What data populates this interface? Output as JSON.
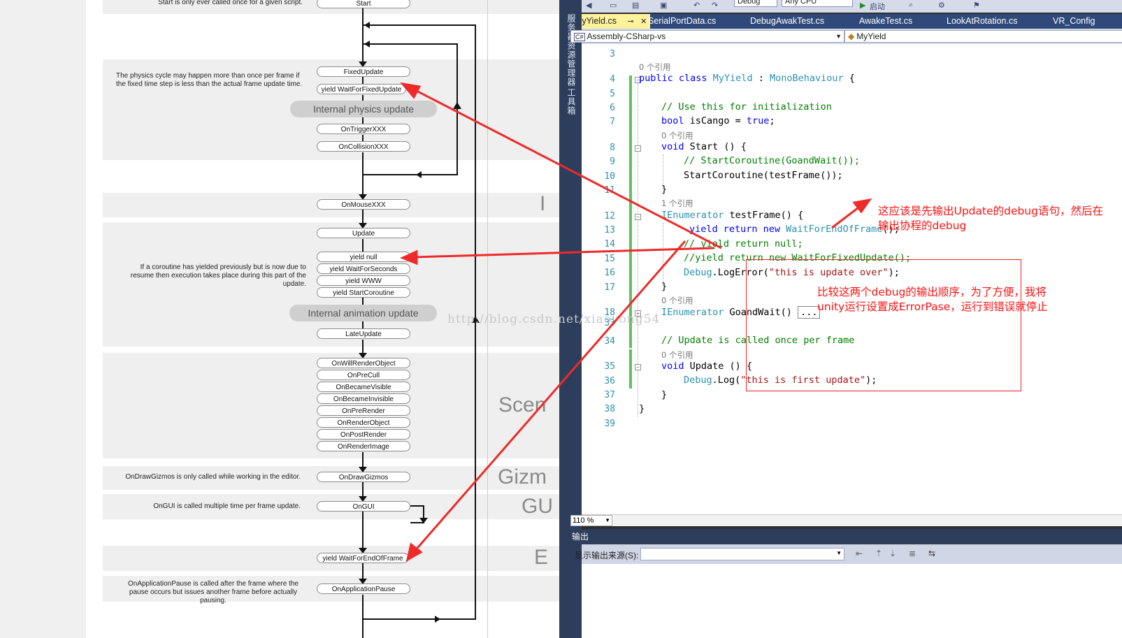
{
  "flowchart": {
    "nodes": {
      "start": "Start",
      "fixed_update": "FixedUpdate",
      "yield_wait_fixed": "yield WaitForFixedUpdate",
      "on_trigger": "OnTriggerXXX",
      "on_collision": "OnCollisionXXX",
      "on_mouse": "OnMouseXXX",
      "update": "Update",
      "yield_null": "yield null",
      "yield_wait_seconds": "yield WaitForSeconds",
      "yield_www": "yield WWW",
      "yield_start_coroutine": "yield StartCoroutine",
      "late_update": "LateUpdate",
      "on_will_render": "OnWillRenderObject",
      "on_pre_cull": "OnPreCull",
      "on_became_visible": "OnBecameVisible",
      "on_became_invisible": "OnBecameInvisible",
      "on_pre_render": "OnPreRender",
      "on_render_object": "OnRenderObject",
      "on_post_render": "OnPostRender",
      "on_render_image": "OnRenderImage",
      "on_draw_gizmos": "OnDrawGizmos",
      "on_gui": "OnGUI",
      "yield_end_of_frame": "yield WaitForEndOfFrame",
      "on_app_pause": "OnApplicationPause"
    },
    "pills": {
      "physics": "Internal physics update",
      "animation": "Internal animation update"
    },
    "notes": {
      "start": "Start is only ever called once for a given script.",
      "physics": "The physics cycle may happen more than once per frame if the fixed time step is less than the actual frame update time.",
      "coroutine": "If a coroutine has yielded previously but is now due to resume then execution takes place during this part of the update.",
      "gizmos": "OnDrawGizmos is only called while working in the editor.",
      "gui": "OnGUI is called multiple time per frame update.",
      "pause": "OnApplicationPause is called after the frame where the pause occurs but issues another frame before actually pausing."
    },
    "section_labels": {
      "input": "I",
      "scene": "Scen",
      "gizmo": "Gizm",
      "gui": "GU",
      "end": "E"
    },
    "watermark": "http://blog.csdn.net/xiaoyong54"
  },
  "ide": {
    "sidebar_tabs": [
      "服务器资源管理器",
      "工具箱"
    ],
    "toolbar": {
      "config": "Debug",
      "platform": "Any CPU",
      "start_label": "启动"
    },
    "tabs": [
      "MyYield.cs",
      "SerialPortData.cs",
      "DebugAwakTest.cs",
      "AwakeTest.cs",
      "LookAtRotation.cs",
      "VR_Config"
    ],
    "tab_pin": "⊸",
    "tab_close": "✕",
    "nav_project": "Assembly-CSharp-vs",
    "nav_class": "MyYield",
    "line_numbers": [
      "3",
      "4",
      "5",
      "6",
      "7",
      "8",
      "9",
      "10",
      "11",
      "12",
      "13",
      "14",
      "15",
      "16",
      "17",
      "18",
      "33",
      "34",
      "35",
      "36",
      "37",
      "38",
      "39"
    ],
    "refs": {
      "class_ref": "0 个引用",
      "start_ref": "0 个引用",
      "testframe_ref": "1 个引用",
      "goandwait_ref": "0 个引用",
      "update_ref": "0 个引用"
    },
    "code": {
      "l4a": "public class ",
      "l4b": "MyYield",
      "l4c": " : ",
      "l4d": "MonoBehaviour",
      "l4e": " {",
      "l6": "// Use this for initialization",
      "l7a": "bool",
      "l7b": " isCango = ",
      "l7c": "true",
      "l7d": ";",
      "l8a": "void",
      "l8b": " Start () {",
      "l9": "// StartCoroutine(GoandWait());",
      "l10": "StartCoroutine(testFrame());",
      "l11": "}",
      "l12a": "IEnumerator",
      "l12b": " testFrame() {",
      "l13a": "yield return new ",
      "l13b": "WaitForEndOfFrame",
      "l13c": "();",
      "l14": "// yield return null;",
      "l15": "//yield return new WaitForFixedUpdate();",
      "l16a": "Debug",
      "l16b": ".LogError(",
      "l16c": "\"this is update over\"",
      "l16d": ");",
      "l17": "}",
      "l18a": "IEnumerator",
      "l18b": " GoandWait() ",
      "l18c": "...",
      "l34": "// Update is called once per frame",
      "l35a": "void",
      "l35b": " Update () {",
      "l36a": "Debug",
      "l36b": ".Log(",
      "l36c": "\"this is first update\"",
      "l36d": ");",
      "l37": "}",
      "l38": "}"
    },
    "zoom": "110 %",
    "output": {
      "header": "输出",
      "source_label": "显示输出来源(S):"
    }
  },
  "annotations": {
    "note1_line1": "这应该是先输出Update的debug语句，然后在",
    "note1_line2": "输出协程的debug",
    "note2_line1": "比较这两个debug的输出顺序，为了方便，我将",
    "note2_line2": "unity运行设置成ErrorPase，运行到错误就停止"
  },
  "colors": {
    "arrow": "#ee2a2a",
    "tab_active": "#fff29d",
    "ide_blue": "#2f4a7a"
  }
}
